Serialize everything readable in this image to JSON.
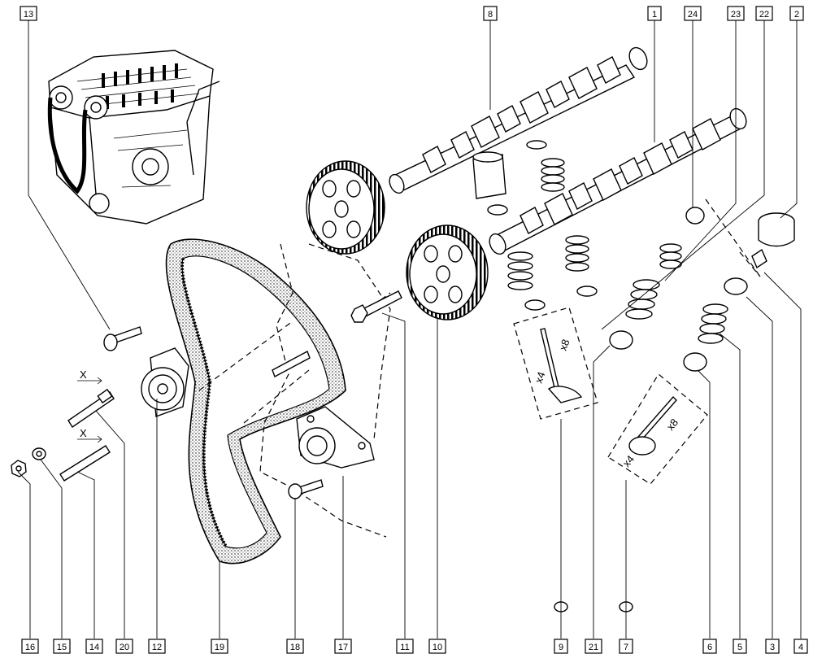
{
  "callouts": [
    {
      "id": "c13",
      "label": "13"
    },
    {
      "id": "c8",
      "label": "8"
    },
    {
      "id": "c1",
      "label": "1"
    },
    {
      "id": "c24",
      "label": "24"
    },
    {
      "id": "c23",
      "label": "23"
    },
    {
      "id": "c22",
      "label": "22"
    },
    {
      "id": "c2",
      "label": "2"
    },
    {
      "id": "c16",
      "label": "16"
    },
    {
      "id": "c15",
      "label": "15"
    },
    {
      "id": "c14",
      "label": "14"
    },
    {
      "id": "c20",
      "label": "20"
    },
    {
      "id": "c12",
      "label": "12"
    },
    {
      "id": "c19",
      "label": "19"
    },
    {
      "id": "c18",
      "label": "18"
    },
    {
      "id": "c17",
      "label": "17"
    },
    {
      "id": "c11",
      "label": "11"
    },
    {
      "id": "c10",
      "label": "10"
    },
    {
      "id": "c9",
      "label": "9"
    },
    {
      "id": "c21",
      "label": "21"
    },
    {
      "id": "c7",
      "label": "7"
    },
    {
      "id": "c6",
      "label": "6"
    },
    {
      "id": "c5",
      "label": "5"
    },
    {
      "id": "c3",
      "label": "3"
    },
    {
      "id": "c4",
      "label": "4"
    }
  ],
  "annotations": {
    "dim_x_upper": "X",
    "dim_x_lower": "X",
    "qty_valve_intake": "x4",
    "qty_keeper_intake": "x8",
    "qty_valve_exhaust": "x4",
    "qty_keeper_exhaust": "x8"
  }
}
